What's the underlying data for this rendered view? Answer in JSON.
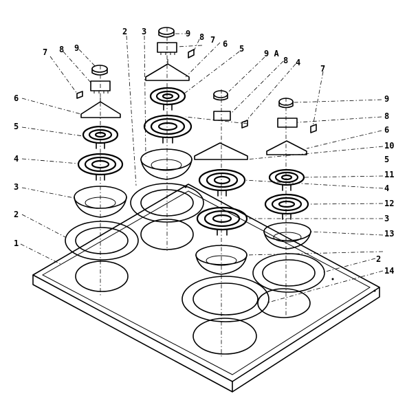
{
  "callouts": [
    {
      "label": "1"
    },
    {
      "label": "2"
    },
    {
      "label": "2"
    },
    {
      "label": "2"
    },
    {
      "label": "3"
    },
    {
      "label": "3"
    },
    {
      "label": "3"
    },
    {
      "label": "4"
    },
    {
      "label": "4"
    },
    {
      "label": "4"
    },
    {
      "label": "5"
    },
    {
      "label": "5"
    },
    {
      "label": "5"
    },
    {
      "label": "6"
    },
    {
      "label": "6"
    },
    {
      "label": "6"
    },
    {
      "label": "7"
    },
    {
      "label": "7"
    },
    {
      "label": "7"
    },
    {
      "label": "8"
    },
    {
      "label": "8"
    },
    {
      "label": "8"
    },
    {
      "label": "8"
    },
    {
      "label": "9"
    },
    {
      "label": "9"
    },
    {
      "label": "9"
    },
    {
      "label": "9 A"
    },
    {
      "label": "10"
    },
    {
      "label": "11"
    },
    {
      "label": "12"
    },
    {
      "label": "13"
    },
    {
      "label": "14"
    }
  ]
}
